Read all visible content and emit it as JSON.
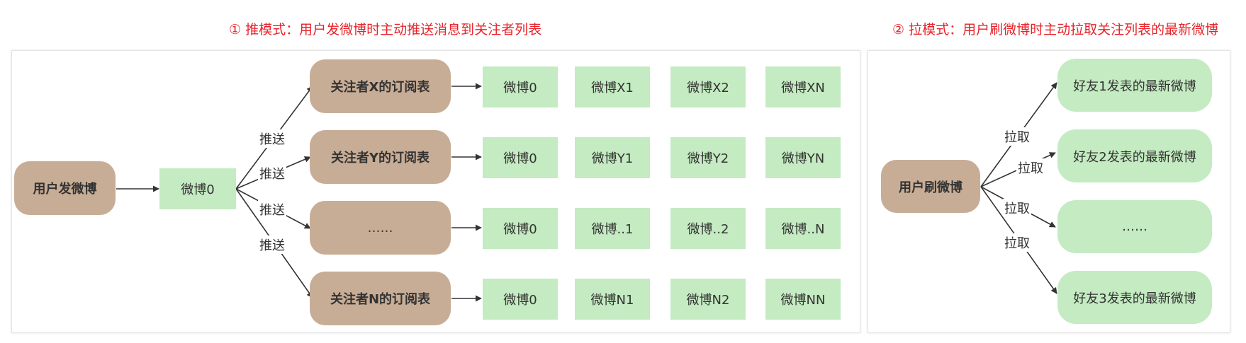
{
  "push": {
    "title": "① 推模式：用户发微博时主动推送消息到关注者列表",
    "source": "用户发微博",
    "weibo0": "微博0",
    "push_label": "推送",
    "subscriptions": [
      {
        "label": "关注者X的订阅表",
        "items": [
          "微博0",
          "微博X1",
          "微博X2",
          "微博XN"
        ]
      },
      {
        "label": "关注者Y的订阅表",
        "items": [
          "微博0",
          "微博Y1",
          "微博Y2",
          "微博YN"
        ]
      },
      {
        "label": "……",
        "items": [
          "微博0",
          "微博..1",
          "微博..2",
          "微博..N"
        ]
      },
      {
        "label": "关注者N的订阅表",
        "items": [
          "微博0",
          "微博N1",
          "微博N2",
          "微博NN"
        ]
      }
    ]
  },
  "pull": {
    "title": "② 拉模式：用户刷微博时主动拉取关注列表的最新微博",
    "source": "用户刷微博",
    "pull_label": "拉取",
    "targets": [
      "好友1发表的最新微博",
      "好友2发表的最新微博",
      "……",
      "好友3发表的最新微博"
    ]
  },
  "colors": {
    "title": "#e8232a",
    "brown_node": "#c8ad96",
    "green_node": "#c4ebc1",
    "arrow": "#333333"
  }
}
